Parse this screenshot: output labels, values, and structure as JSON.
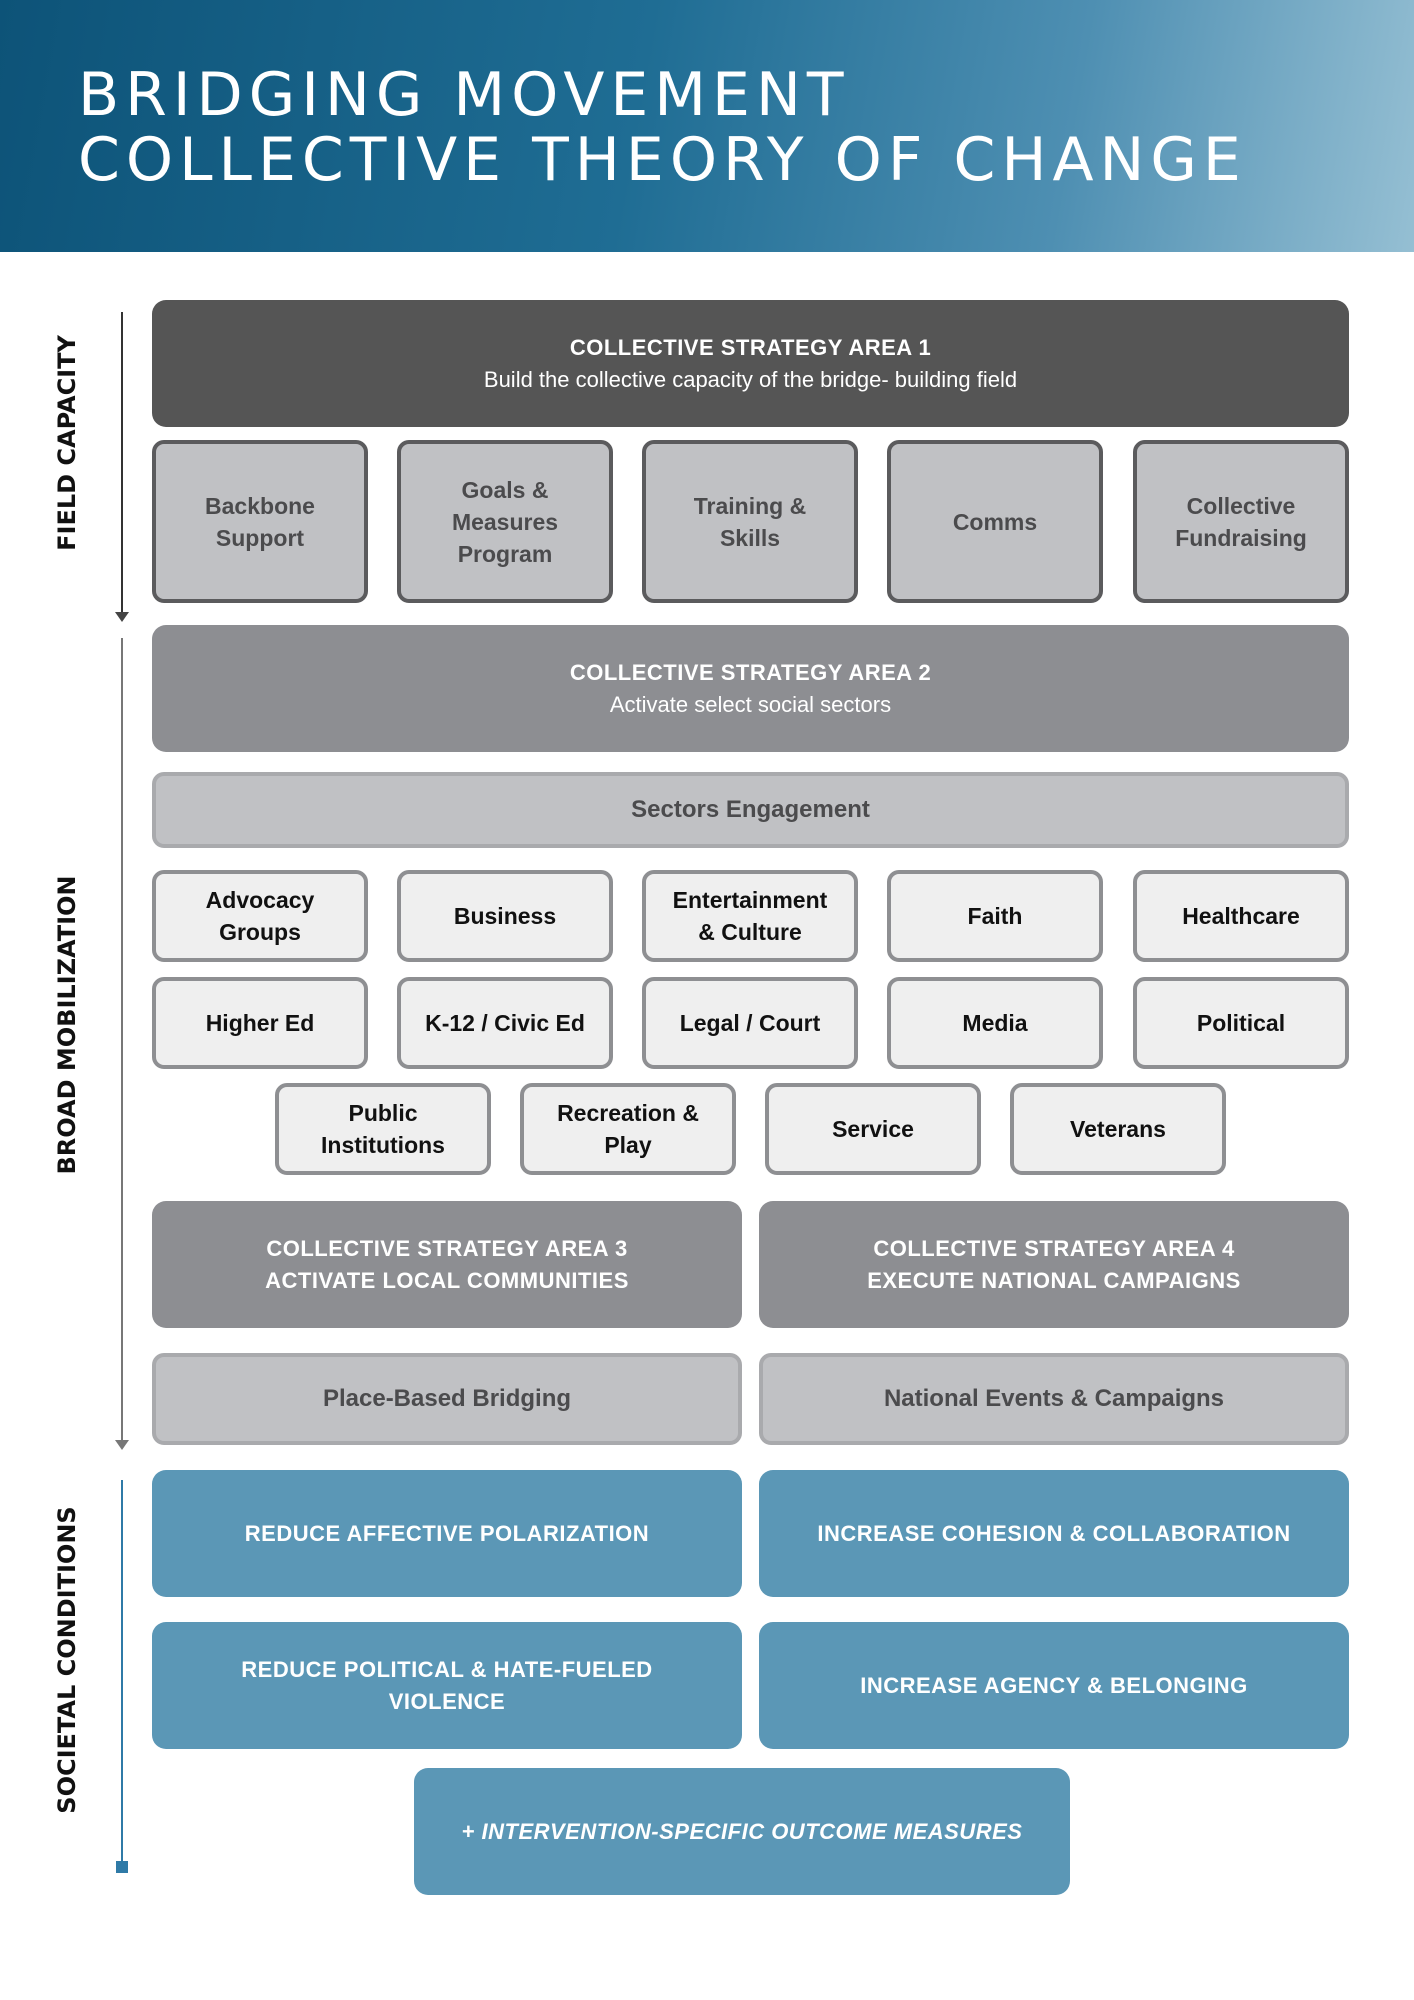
{
  "title": {
    "line1": "BRIDGING MOVEMENT",
    "line2": "COLLECTIVE THEORY OF CHANGE"
  },
  "side_labels": {
    "field_capacity": "FIELD CAPACITY",
    "broad_mobilization": "BROAD MOBILIZATION",
    "societal_conditions": "SOCIETAL CONDITIONS"
  },
  "area1": {
    "heading": "COLLECTIVE STRATEGY AREA 1",
    "subtitle": "Build the collective capacity of the bridge- building field",
    "items": [
      "Backbone\nSupport",
      "Goals &\nMeasures\nProgram",
      "Training &\nSkills",
      "Comms",
      "Collective\nFundraising"
    ]
  },
  "area2": {
    "heading": "COLLECTIVE STRATEGY AREA 2",
    "subtitle": "Activate select social sectors",
    "engagement": "Sectors Engagement",
    "sectors_row1": [
      "Advocacy\nGroups",
      "Business",
      "Entertainment\n& Culture",
      "Faith",
      "Healthcare"
    ],
    "sectors_row2": [
      "Higher Ed",
      "K-12 / Civic Ed",
      "Legal / Court",
      "Media",
      "Political"
    ],
    "sectors_row3": [
      "Public\nInstitutions",
      "Recreation &\nPlay",
      "Service",
      "Veterans"
    ]
  },
  "area3": {
    "heading": "COLLECTIVE STRATEGY AREA 3",
    "subtitle": "ACTIVATE LOCAL COMMUNITIES",
    "item": "Place-Based Bridging"
  },
  "area4": {
    "heading": "COLLECTIVE STRATEGY AREA 4",
    "subtitle": "EXECUTE NATIONAL CAMPAIGNS",
    "item": "National Events & Campaigns"
  },
  "outcomes": [
    "REDUCE AFFECTIVE POLARIZATION",
    "INCREASE COHESION & COLLABORATION",
    "REDUCE POLITICAL & HATE-FUELED\nVIOLENCE",
    "INCREASE AGENCY & BELONGING"
  ],
  "extra_outcome": "+ INTERVENTION-SPECIFIC OUTCOME MEASURES",
  "colors": {
    "header_start": "#0d5378",
    "dark_banner": "#555555",
    "mid_banner": "#8d8e92",
    "light_box": "#c0c1c4",
    "sector_box": "#efefef",
    "outcome_blue": "#5b97b6"
  }
}
